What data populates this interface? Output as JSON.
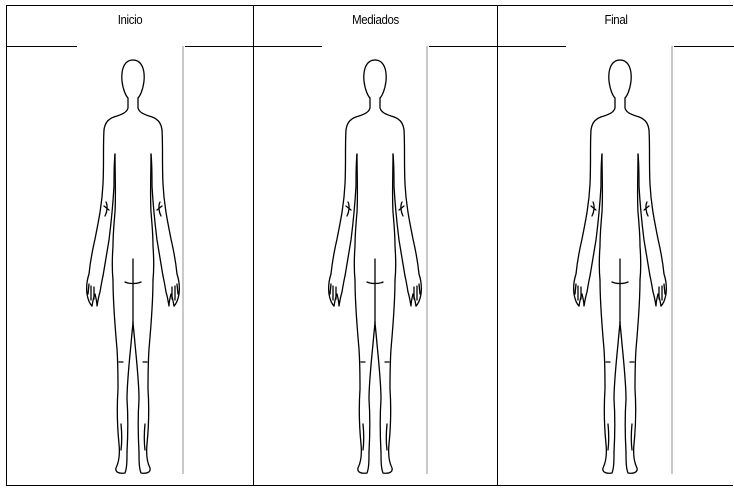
{
  "columns": [
    {
      "header": "Inicio"
    },
    {
      "header": "Mediados"
    },
    {
      "header": "Final"
    }
  ],
  "figure_icon": "human-body-back-view-outline"
}
